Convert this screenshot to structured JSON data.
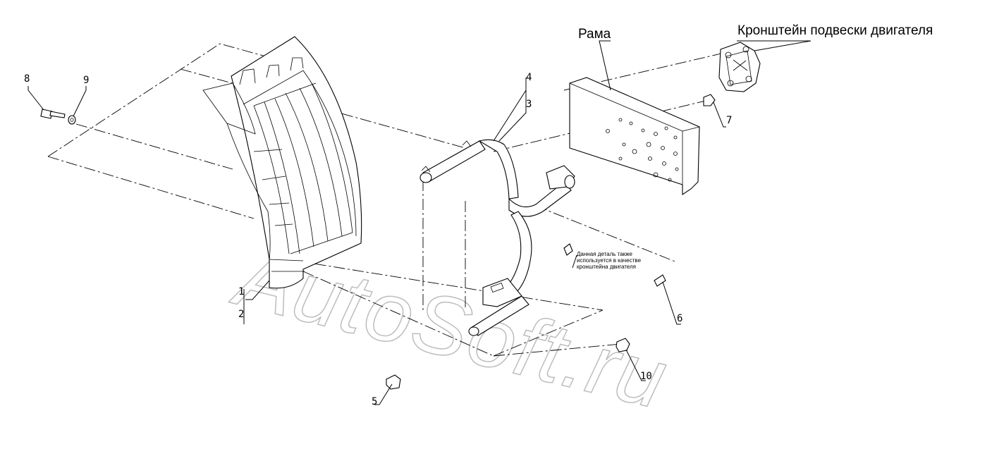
{
  "diagram": {
    "watermark": "AutoSoft.ru",
    "labels": {
      "frame": "Рама",
      "engine_bracket": "Кронштейн подвески двигателя"
    },
    "note": {
      "line1": "Данная деталь также",
      "line2": "используется в качестве",
      "line3": "кронштейна двигателя"
    },
    "callouts": {
      "p1": "1",
      "p2": "2",
      "p3": "3",
      "p4": "4",
      "p5": "5",
      "p6": "6",
      "p7": "7",
      "p8": "8",
      "p9": "9",
      "p10": "10"
    }
  }
}
